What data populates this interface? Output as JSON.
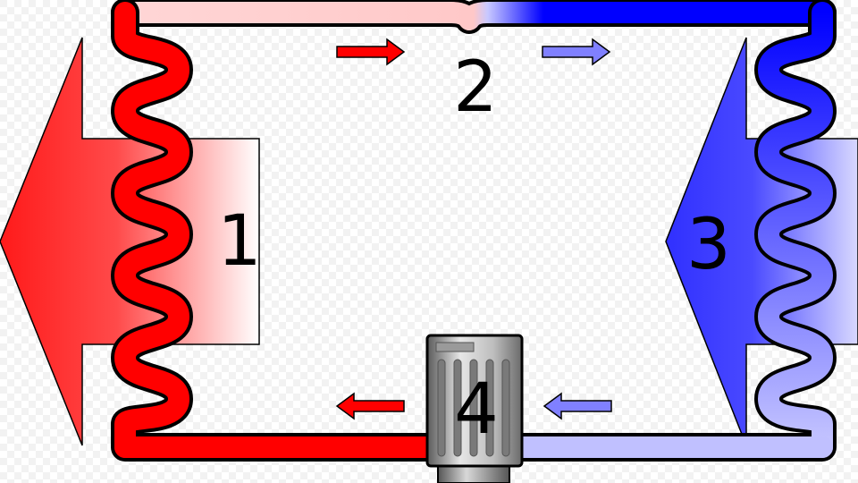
{
  "labels": {
    "stage_1": "1",
    "stage_2": "2",
    "stage_3": "3",
    "stage_4": "4"
  },
  "colors": {
    "hot": "#ff0000",
    "cold": "#0000ff",
    "cool_light": "#b3b3ff",
    "warm_light": "#ffb3b3",
    "outline": "#000000",
    "compressor_gray": "#8a8a8a"
  },
  "icons": {
    "flow_arrows": "arrow-icon",
    "heat_out": "big-arrow-left-icon",
    "heat_in": "big-arrow-left-icon",
    "compressor": "compressor-icon"
  }
}
